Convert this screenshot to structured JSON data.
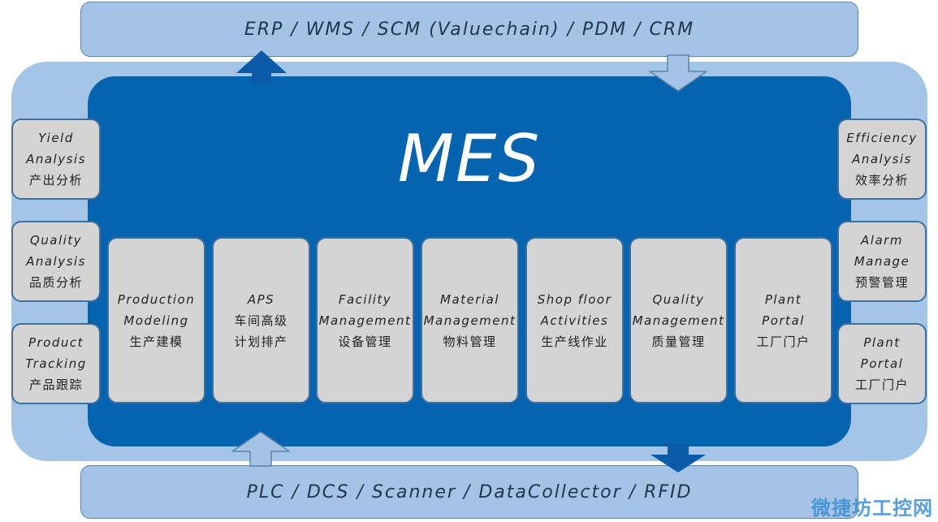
{
  "colors": {
    "outer_frame": "#a3c5e6",
    "core": "#0563b0",
    "bar": "#a4c3e5",
    "box": "#d4d4d4",
    "box_border": "#3f6f9d",
    "arrow_up_top": "#0a5ca8",
    "arrow_down_top": "#a4c3e5",
    "arrow_up_bottom": "#a4c3e5",
    "arrow_down_bottom": "#0a5ca8"
  },
  "top_bar": {
    "text": "ERP / WMS / SCM (Valuechain) / PDM / CRM"
  },
  "bottom_bar": {
    "text": "PLC / DCS / Scanner / DataCollector / RFID"
  },
  "title": "MES",
  "left_boxes": [
    {
      "en1": "Yield",
      "en2": "Analysis",
      "zh": "产出分析"
    },
    {
      "en1": "Quality",
      "en2": "Analysis",
      "zh": "品质分析"
    },
    {
      "en1": "Product",
      "en2": "Tracking",
      "zh": "产品跟踪"
    }
  ],
  "right_boxes": [
    {
      "en1": "Efficiency",
      "en2": "Analysis",
      "zh": "效率分析"
    },
    {
      "en1": "Alarm",
      "en2": "Manage",
      "zh": "预警管理"
    },
    {
      "en1": "Plant",
      "en2": "Portal",
      "zh": "工厂门户"
    }
  ],
  "modules": [
    {
      "en1": "Production",
      "en2": "Modeling",
      "zh1": "生产建模",
      "zh2": ""
    },
    {
      "en1": "APS",
      "en2": "",
      "zh1": "车间高级",
      "zh2": "计划排产"
    },
    {
      "en1": "Facility",
      "en2": "Management",
      "zh1": "设备管理",
      "zh2": ""
    },
    {
      "en1": "Material",
      "en2": "Management",
      "zh1": "物料管理",
      "zh2": ""
    },
    {
      "en1": "Shop floor",
      "en2": "Activities",
      "zh1": "生产线作业",
      "zh2": ""
    },
    {
      "en1": "Quality",
      "en2": "Management",
      "zh1": "质量管理",
      "zh2": ""
    },
    {
      "en1": "Plant",
      "en2": "Portal",
      "zh1": "工厂门户",
      "zh2": ""
    }
  ],
  "watermark": "微捷坊工控网"
}
